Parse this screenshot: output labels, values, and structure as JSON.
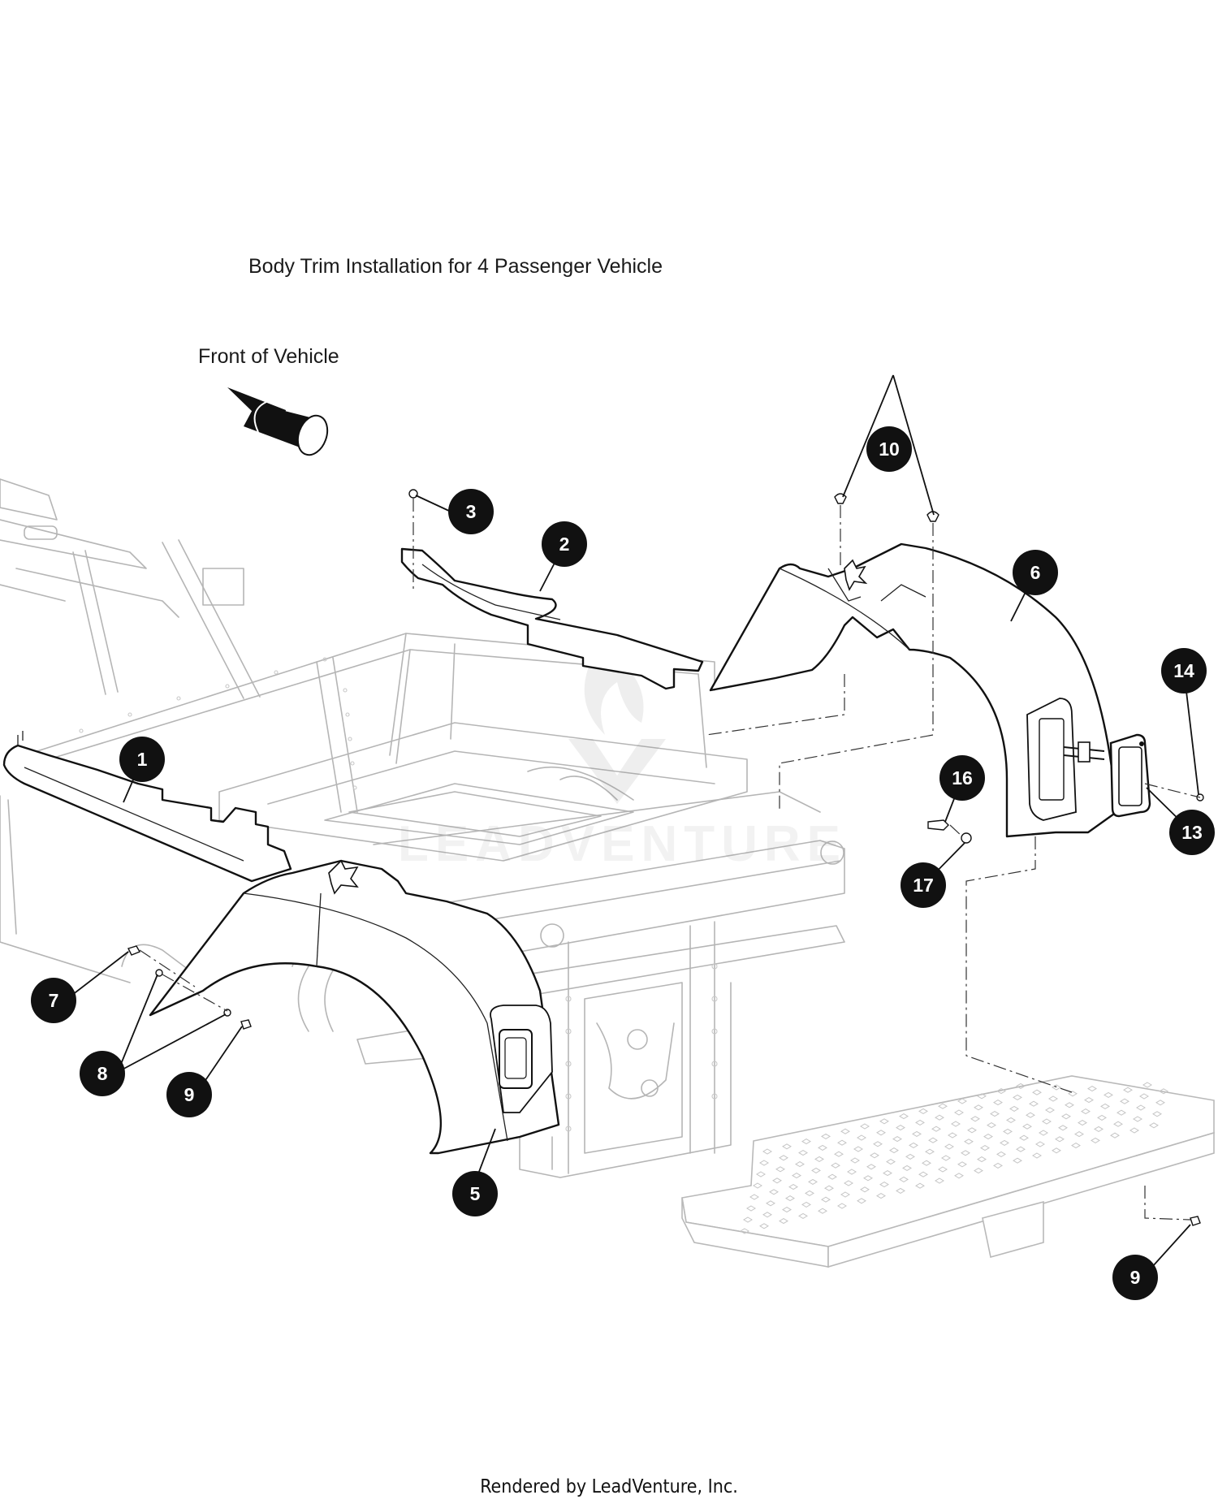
{
  "diagram": {
    "title": "Body Trim Installation for 4 Passenger Vehicle",
    "front_label": "Front of Vehicle",
    "footer": "Rendered by LeadVenture, Inc.",
    "colors": {
      "ink": "#111111",
      "ghost_frame": "#b5b5b5",
      "callout_text": "#ffffff"
    },
    "icons": [
      "front-direction-arrow-icon",
      "leadventure-watermark-icon"
    ],
    "callouts": [
      {
        "id": "callout-1",
        "label": "1"
      },
      {
        "id": "callout-2",
        "label": "2"
      },
      {
        "id": "callout-3",
        "label": "3"
      },
      {
        "id": "callout-5",
        "label": "5"
      },
      {
        "id": "callout-6",
        "label": "6"
      },
      {
        "id": "callout-7",
        "label": "7"
      },
      {
        "id": "callout-8",
        "label": "8"
      },
      {
        "id": "callout-9a",
        "label": "9"
      },
      {
        "id": "callout-9b",
        "label": "9"
      },
      {
        "id": "callout-10",
        "label": "10"
      },
      {
        "id": "callout-13",
        "label": "13"
      },
      {
        "id": "callout-14",
        "label": "14"
      },
      {
        "id": "callout-16",
        "label": "16"
      },
      {
        "id": "callout-17",
        "label": "17"
      }
    ]
  }
}
